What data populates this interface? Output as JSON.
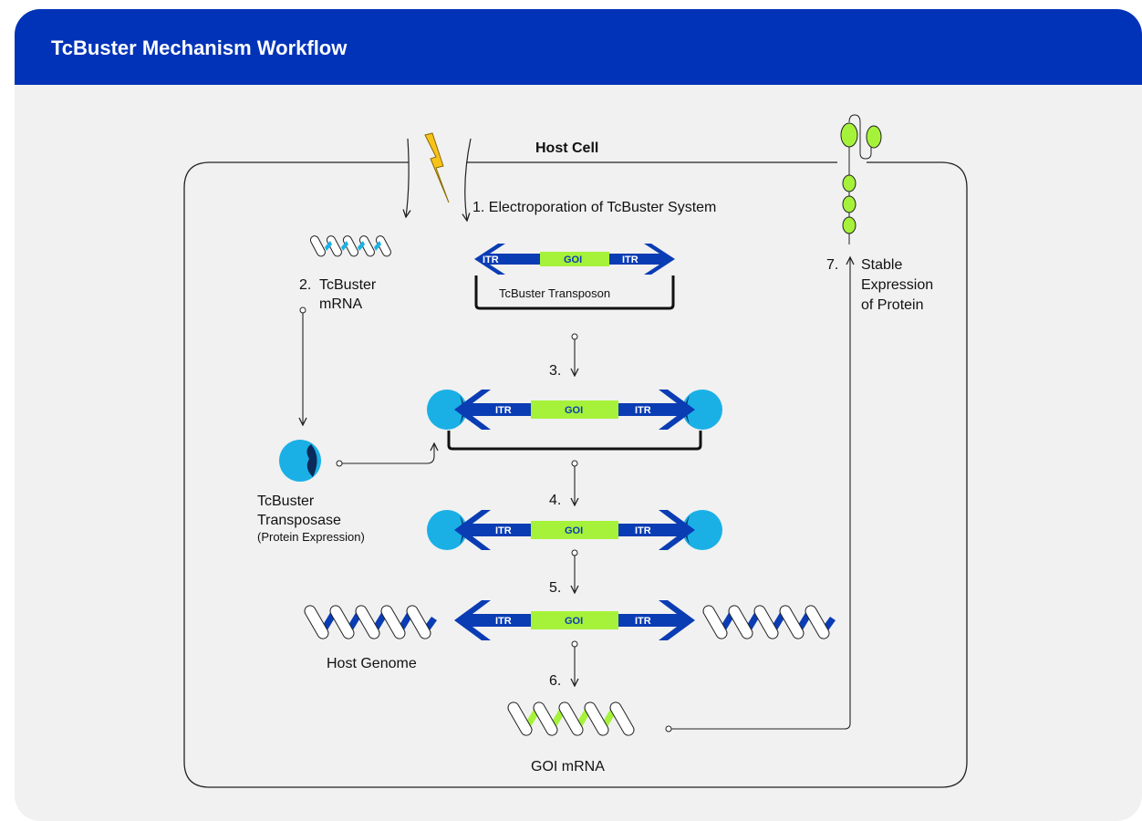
{
  "header": {
    "title": "TcBuster Mechanism Workflow"
  },
  "diagram": {
    "cell_label": "Host Cell",
    "step1": "1. Electroporation of TcBuster System",
    "step2_num": "2.",
    "step2_line1": "TcBuster",
    "step2_line2": "mRNA",
    "transposon_label": "TcBuster Transposon",
    "transposase_line1": "TcBuster",
    "transposase_line2": "Transposase",
    "transposase_line3": "(Protein Expression)",
    "step3": "3.",
    "step4": "4.",
    "step5": "5.",
    "step6": "6.",
    "step7_num": "7.",
    "step7_line1": "Stable",
    "step7_line2": "Expression",
    "step7_line3": "of Protein",
    "host_genome": "Host Genome",
    "goi_mrna": "GOI mRNA",
    "itr": "ITR",
    "goi": "GOI"
  },
  "colors": {
    "header_bg": "#0033b8",
    "dna_blue": "#0a3cb4",
    "goi_green": "#a6f23a",
    "protein_cyan": "#1ab0e6",
    "protein_dark": "#0b2a5a",
    "bolt_yellow": "#f7c31b"
  },
  "icons": [
    "lightning-bolt-icon",
    "mrna-helix-icon",
    "transposase-icon",
    "dna-helix-icon",
    "membrane-protein-icon"
  ]
}
